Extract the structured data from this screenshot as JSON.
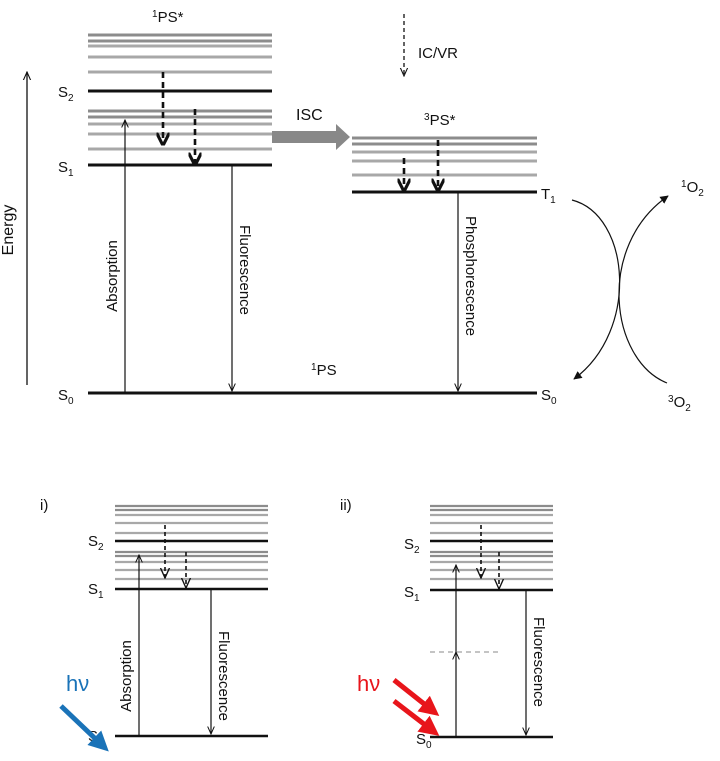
{
  "colors": {
    "level_major": "#111111",
    "level_minor": "#a8a8a8",
    "level_minor_dark": "#8c8c8c",
    "isc_arrow": "#888888",
    "one_photon": "#1a73b8",
    "two_photon": "#e8151b",
    "virtual_level": "#888888"
  },
  "main": {
    "ps_star": {
      "sup": "1",
      "text": "PS*"
    },
    "legend_ic_vr": "IC/VR",
    "energy_label": "Energy",
    "s2": {
      "main": "S",
      "sub": "2"
    },
    "s1": {
      "main": "S",
      "sub": "1"
    },
    "s0_left": {
      "main": "S",
      "sub": "0"
    },
    "s0_right": {
      "main": "S",
      "sub": "0"
    },
    "t1": {
      "main": "T",
      "sub": "1"
    },
    "isc_label": "ISC",
    "triplet_ps_star": {
      "sup": "3",
      "text": "PS*"
    },
    "absorption": "Absorption",
    "fluorescence": "Fluorescence",
    "phosphorescence": "Phosphorescence",
    "ground_ps": {
      "sup": "1",
      "text": "PS"
    },
    "o2_singlet": {
      "sup": "1",
      "text": "O",
      "sub": "2"
    },
    "o2_triplet": {
      "sup": "3",
      "text": "O",
      "sub": "2"
    }
  },
  "panel_i": {
    "label": "i)",
    "s2": {
      "main": "S",
      "sub": "2"
    },
    "s1": {
      "main": "S",
      "sub": "1"
    },
    "s0": {
      "main": "S",
      "sub": "0"
    },
    "absorption": "Absorption",
    "fluorescence": "Fluorescence",
    "hv": "hν"
  },
  "panel_ii": {
    "label": "ii)",
    "s2": {
      "main": "S",
      "sub": "2"
    },
    "s1": {
      "main": "S",
      "sub": "1"
    },
    "s0": {
      "main": "S",
      "sub": "0"
    },
    "fluorescence": "Fluorescence",
    "hv": "hν"
  }
}
